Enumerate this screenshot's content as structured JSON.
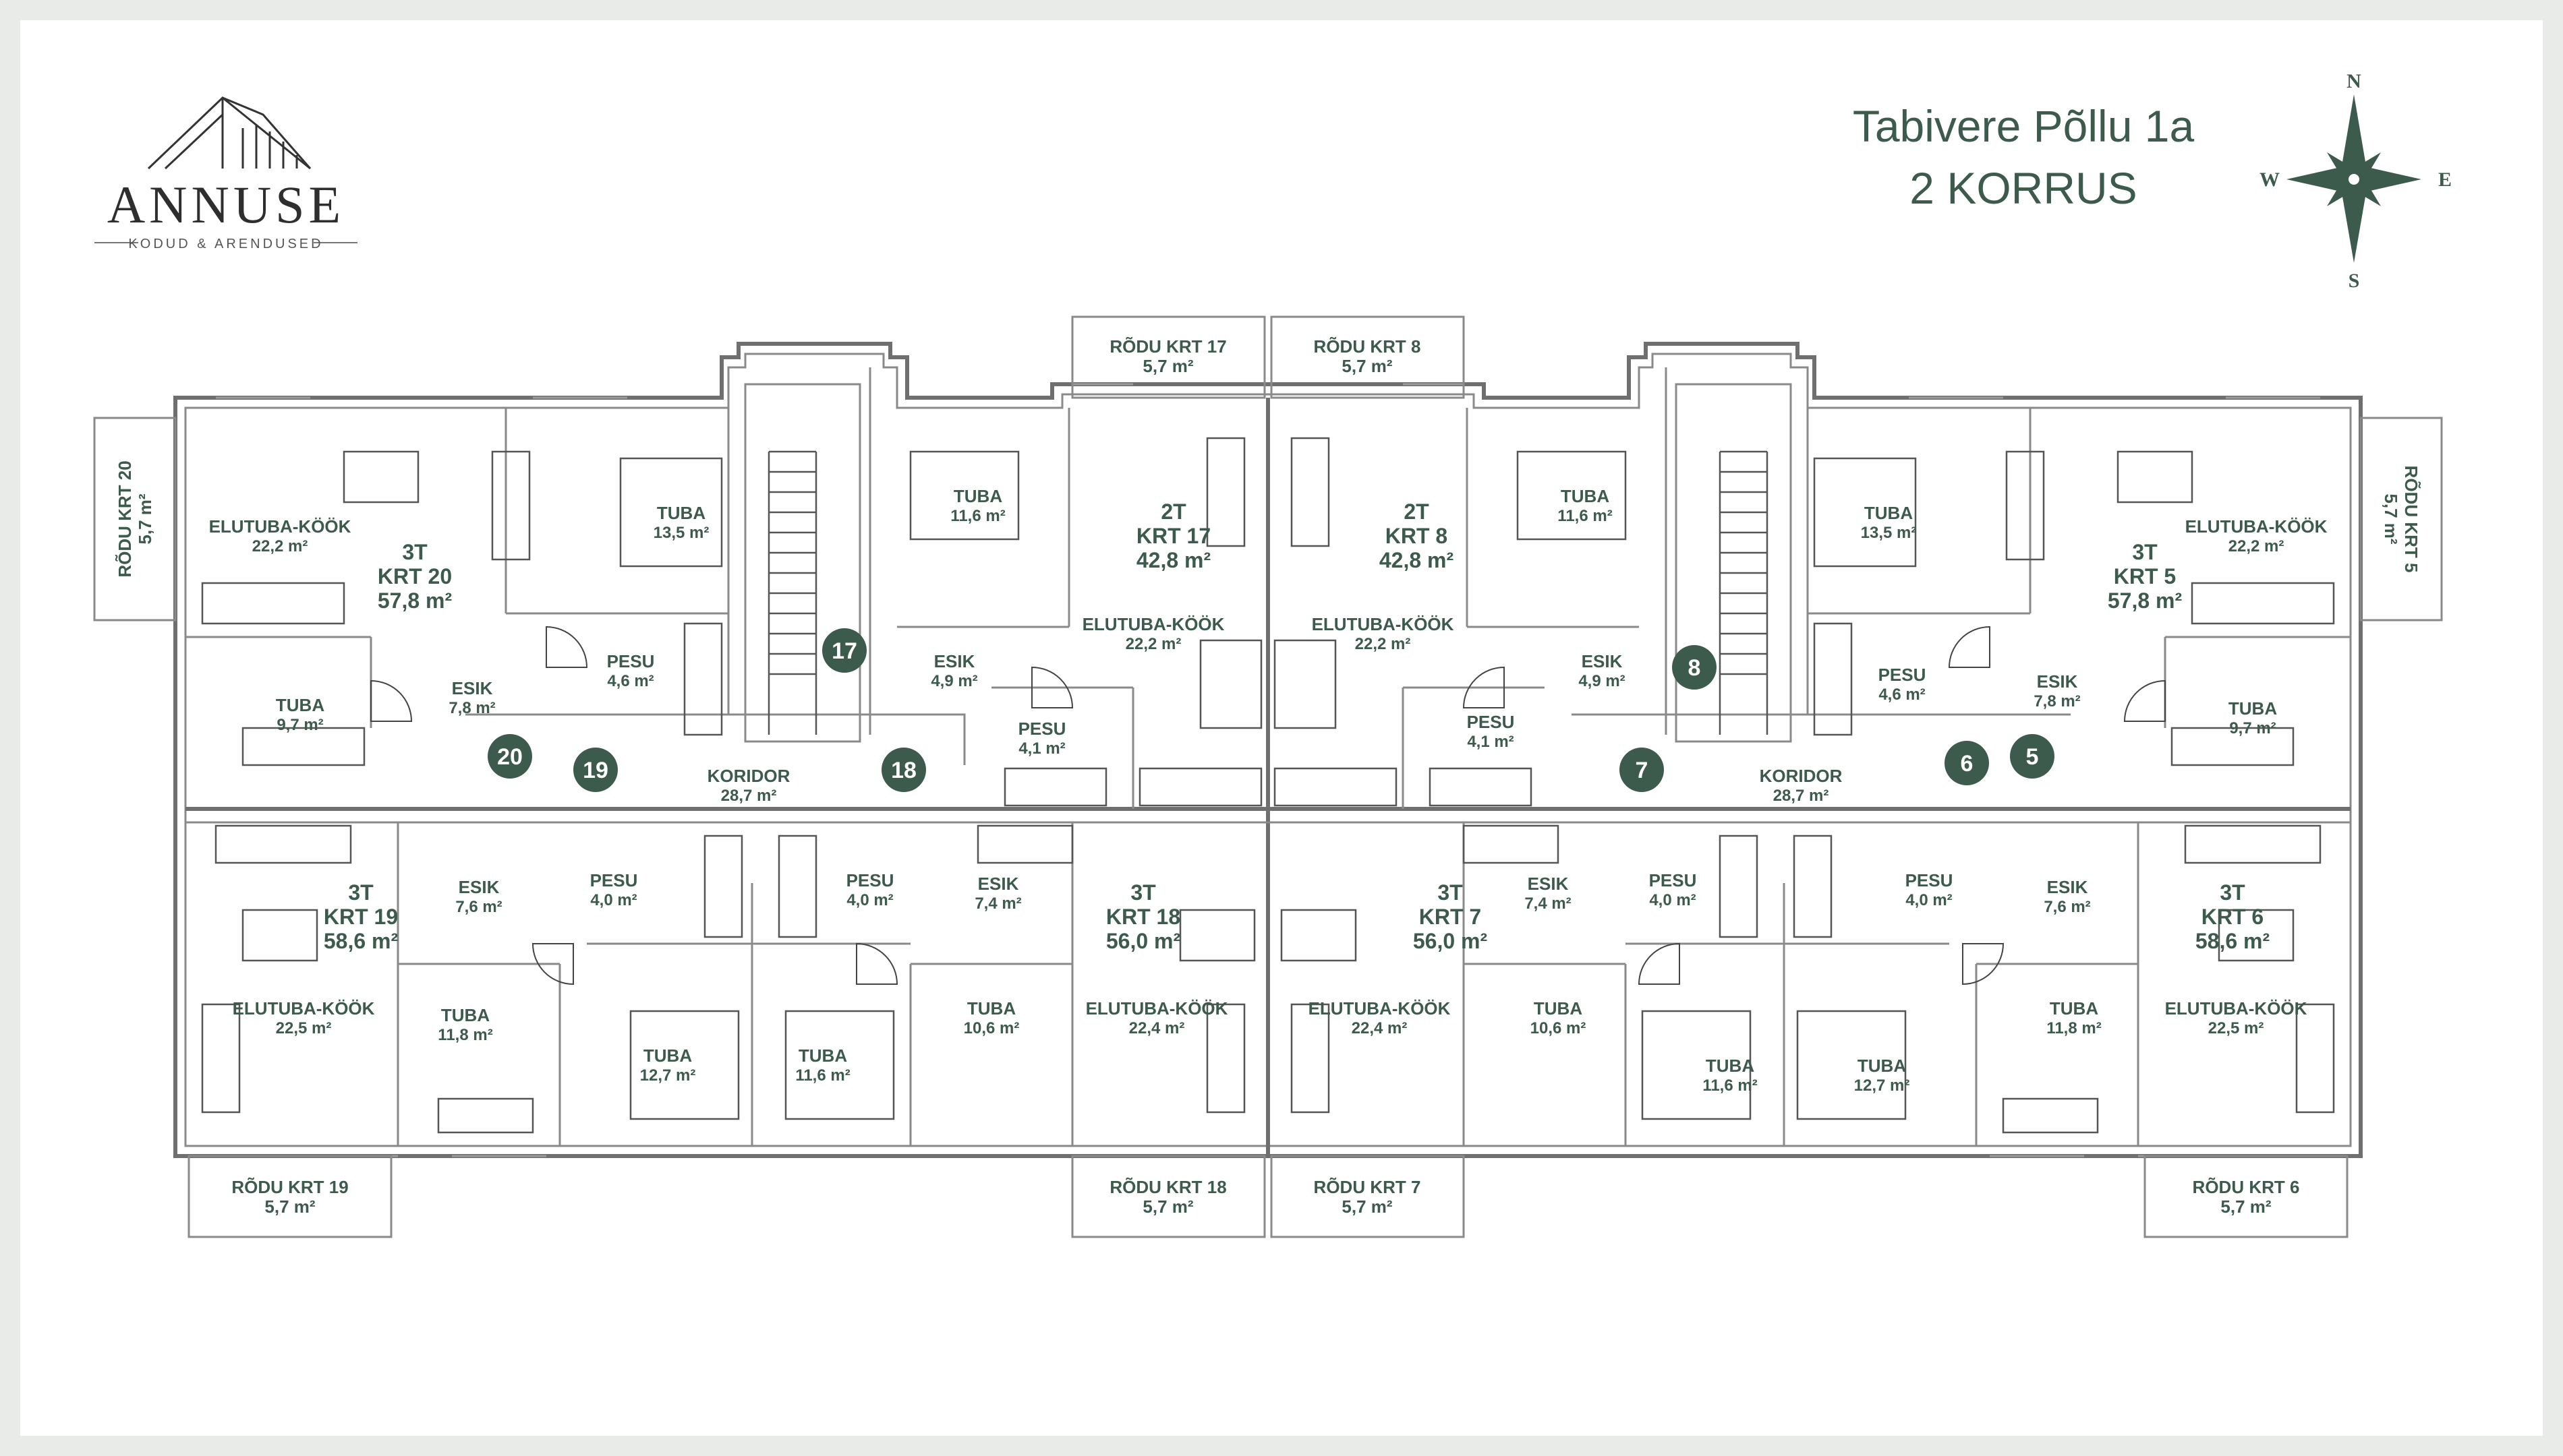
{
  "brand": {
    "name": "ANNUSE",
    "tagline": "KODUD & ARENDUSED"
  },
  "header": {
    "title": "Tabivere Põllu 1a",
    "floor": "2 KORRUS"
  },
  "compass": {
    "n": "N",
    "s": "S",
    "e": "E",
    "w": "W"
  },
  "colors": {
    "accent": "#3d5b4d",
    "wall": "#6f6f6f"
  },
  "apartments": [
    {
      "id": "krt20",
      "type": "3T",
      "name": "KRT 20",
      "area": "57,8 m²"
    },
    {
      "id": "krt17",
      "type": "2T",
      "name": "KRT 17",
      "area": "42,8 m²"
    },
    {
      "id": "krt8",
      "type": "2T",
      "name": "KRT 8",
      "area": "42,8 m²"
    },
    {
      "id": "krt5",
      "type": "3T",
      "name": "KRT 5",
      "area": "57,8 m²"
    },
    {
      "id": "krt19",
      "type": "3T",
      "name": "KRT 19",
      "area": "58,6 m²"
    },
    {
      "id": "krt18",
      "type": "3T",
      "name": "KRT 18",
      "area": "56,0 m²"
    },
    {
      "id": "krt7",
      "type": "3T",
      "name": "KRT 7",
      "area": "56,0 m²"
    },
    {
      "id": "krt6",
      "type": "3T",
      "name": "KRT 6",
      "area": "58,6 m²"
    }
  ],
  "rooms": [
    {
      "name": "ELUTUBA-KÖÖK",
      "area": "22,2 m²"
    },
    {
      "name": "TUBA",
      "area": "13,5 m²"
    },
    {
      "name": "TUBA",
      "area": "11,6 m²"
    },
    {
      "name": "PESU",
      "area": "4,6 m²"
    },
    {
      "name": "ESIK",
      "area": "7,8 m²"
    },
    {
      "name": "TUBA",
      "area": "9,7 m²"
    },
    {
      "name": "ELUTUBA-KÖÖK",
      "area": "22,2 m²"
    },
    {
      "name": "ESIK",
      "area": "4,9 m²"
    },
    {
      "name": "PESU",
      "area": "4,1 m²"
    },
    {
      "name": "ELUTUBA-KÖÖK",
      "area": "22,2 m²"
    },
    {
      "name": "TUBA",
      "area": "11,6 m²"
    },
    {
      "name": "ESIK",
      "area": "4,9 m²"
    },
    {
      "name": "PESU",
      "area": "4,1 m²"
    },
    {
      "name": "TUBA",
      "area": "13,5 m²"
    },
    {
      "name": "ELUTUBA-KÖÖK",
      "area": "22,2 m²"
    },
    {
      "name": "PESU",
      "area": "4,6 m²"
    },
    {
      "name": "ESIK",
      "area": "7,8 m²"
    },
    {
      "name": "TUBA",
      "area": "9,7 m²"
    },
    {
      "name": "KORIDOR",
      "area": "28,7 m²"
    },
    {
      "name": "KORIDOR",
      "area": "28,7 m²"
    },
    {
      "name": "ESIK",
      "area": "7,6 m²"
    },
    {
      "name": "PESU",
      "area": "4,0 m²"
    },
    {
      "name": "PESU",
      "area": "4,0 m²"
    },
    {
      "name": "ESIK",
      "area": "7,4 m²"
    },
    {
      "name": "ESIK",
      "area": "7,4 m²"
    },
    {
      "name": "PESU",
      "area": "4,0 m²"
    },
    {
      "name": "PESU",
      "area": "4,0 m²"
    },
    {
      "name": "ESIK",
      "area": "7,6 m²"
    },
    {
      "name": "ELUTUBA-KÖÖK",
      "area": "22,5 m²"
    },
    {
      "name": "TUBA",
      "area": "11,8 m²"
    },
    {
      "name": "TUBA",
      "area": "12,7 m²"
    },
    {
      "name": "TUBA",
      "area": "11,6 m²"
    },
    {
      "name": "TUBA",
      "area": "10,6 m²"
    },
    {
      "name": "ELUTUBA-KÖÖK",
      "area": "22,4 m²"
    },
    {
      "name": "ELUTUBA-KÖÖK",
      "area": "22,4 m²"
    },
    {
      "name": "TUBA",
      "area": "10,6 m²"
    },
    {
      "name": "TUBA",
      "area": "11,6 m²"
    },
    {
      "name": "TUBA",
      "area": "12,7 m²"
    },
    {
      "name": "TUBA",
      "area": "11,8 m²"
    },
    {
      "name": "ELUTUBA-KÖÖK",
      "area": "22,5 m²"
    }
  ],
  "balconies": [
    {
      "name": "RÕDU KRT 17",
      "area": "5,7 m²"
    },
    {
      "name": "RÕDU KRT 8",
      "area": "5,7 m²"
    },
    {
      "name": "RÕDU KRT 20",
      "area": "5,7 m²"
    },
    {
      "name": "RÕDU KRT 5",
      "area": "5,7 m²"
    },
    {
      "name": "RÕDU KRT 19",
      "area": "5,7 m²"
    },
    {
      "name": "RÕDU KRT 18",
      "area": "5,7 m²"
    },
    {
      "name": "RÕDU KRT 7",
      "area": "5,7 m²"
    },
    {
      "name": "RÕDU KRT 6",
      "area": "5,7 m²"
    }
  ],
  "entrances": [
    "17",
    "20",
    "19",
    "18",
    "8",
    "7",
    "6",
    "5"
  ]
}
